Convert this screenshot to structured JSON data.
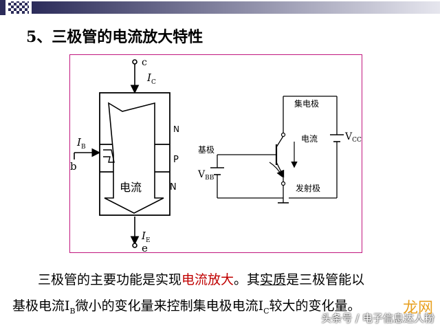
{
  "title": "5、三极管的电流放大特性",
  "colors": {
    "stripe_dark": "#2c2c5a",
    "frame": "#c0157e",
    "highlight": "#c00000"
  },
  "left_diagram": {
    "c": "c",
    "b": "b",
    "e": "e",
    "ic_main": "I",
    "ic_sub": "C",
    "ib_main": "I",
    "ib_sub": "B",
    "ie_main": "I",
    "ie_sub": "E",
    "region_n_top": "N",
    "region_p": "P",
    "region_n_bottom": "N",
    "flow": "电流"
  },
  "right_diagram": {
    "collector": "集电极",
    "base": "基极",
    "emitter": "发射极",
    "current": "电流",
    "vcc_main": "V",
    "vcc_sub": "CC",
    "vbb_main": "V",
    "vbb_sub": "BB"
  },
  "caption": {
    "l1_a": "三极管的主要功能是实现",
    "l1_b": "电流放大",
    "l1_c": "。其",
    "l1_d": "实质",
    "l1_e": "是三极管能以",
    "l2_a": "基极电流I",
    "l2_sub1": "B",
    "l2_b": "微小的变化量来控制集电极电流I",
    "l2_sub2": "C",
    "l2_c": "较大的变化量。"
  },
  "watermark": {
    "logo": "龙网",
    "text": "头条号 / 电子信息达人粉"
  }
}
